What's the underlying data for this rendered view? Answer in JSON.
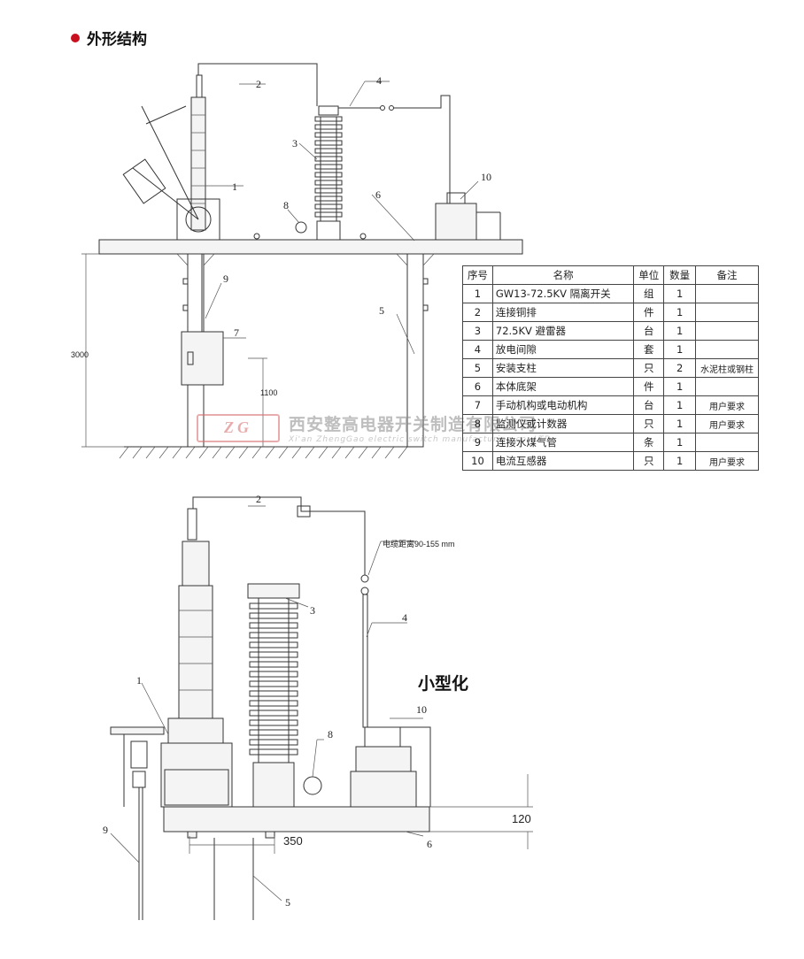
{
  "header": {
    "title": "外形结构"
  },
  "section2": {
    "title": "小型化"
  },
  "table": {
    "headers": [
      "序号",
      "名称",
      "单位",
      "数量",
      "备注"
    ],
    "rows": [
      [
        "1",
        "GW13-72.5KV 隔离开关",
        "组",
        "1",
        ""
      ],
      [
        "2",
        "连接铜排",
        "件",
        "1",
        ""
      ],
      [
        "3",
        "72.5KV 避雷器",
        "台",
        "1",
        ""
      ],
      [
        "4",
        "放电间隙",
        "套",
        "1",
        ""
      ],
      [
        "5",
        "安装支柱",
        "只",
        "2",
        "水泥柱或钢柱"
      ],
      [
        "6",
        "本体底架",
        "件",
        "1",
        ""
      ],
      [
        "7",
        "手动机构或电动机构",
        "台",
        "1",
        "用户要求"
      ],
      [
        "8",
        "监测仪或计数器",
        "只",
        "1",
        "用户要求"
      ],
      [
        "9",
        "连接水煤气管",
        "条",
        "1",
        ""
      ],
      [
        "10",
        "电流互感器",
        "只",
        "1",
        "用户要求"
      ]
    ]
  },
  "drawing1": {
    "labels": [
      "1",
      "2",
      "3",
      "4",
      "5",
      "6",
      "7",
      "8",
      "9",
      "10"
    ],
    "dim_height": "3000",
    "dim_mech": "1100"
  },
  "drawing2": {
    "labels": [
      "1",
      "2",
      "3",
      "4",
      "5",
      "6",
      "8",
      "9",
      "10"
    ],
    "dim_width": "350",
    "dim_height": "120",
    "gap_note": "电缆距离90-155 mm"
  },
  "watermark": {
    "logo": "ZG",
    "company_cn": "西安整高电器开关制造有限公司",
    "company_en": "Xi'an ZhengGao electric switch manufacturing co.,LTD"
  }
}
